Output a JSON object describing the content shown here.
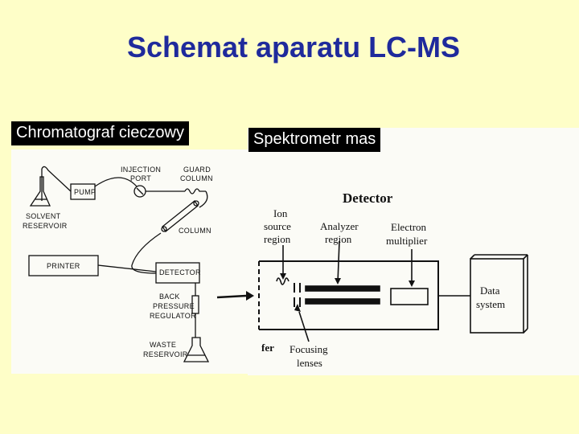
{
  "title": "Schemat aparatu LC-MS",
  "lc": {
    "label": "Chromatograf cieczowy",
    "solvent_reservoir": [
      "SOLVENT",
      "RESERVOIR"
    ],
    "pump": "PUMP",
    "injection_port": [
      "INJECTION",
      "PORT"
    ],
    "guard_column": [
      "GUARD",
      "COLUMN"
    ],
    "column": "COLUMN",
    "printer": "PRINTER",
    "detector": "DETECTOR",
    "back_pressure_regulator": [
      "BACK",
      "PRESSURE",
      "REGULATOR"
    ],
    "waste_reservoir": [
      "WASTE",
      "RESERVOIR"
    ]
  },
  "ms": {
    "label": "Spektrometr mas",
    "detector_title": "Detector",
    "ion_source_region": [
      "Ion",
      "source",
      "region"
    ],
    "analyzer_region": [
      "Analyzer",
      "region"
    ],
    "electron_multiplier": [
      "Electron",
      "multiplier"
    ],
    "data_system": [
      "Data",
      "system"
    ],
    "focusing_lenses": [
      "Focusing",
      "lenses"
    ],
    "fer_fragment": "fer"
  }
}
